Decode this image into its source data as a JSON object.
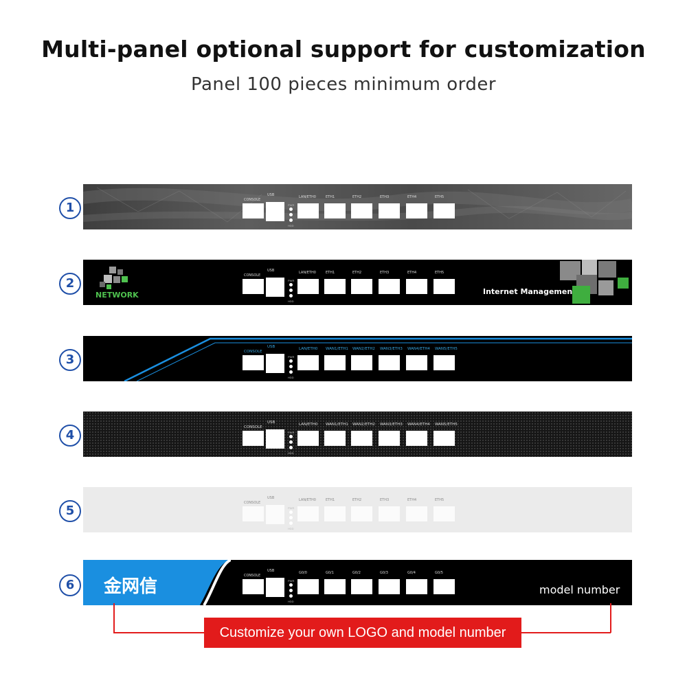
{
  "title": "Multi-panel optional support for customization",
  "subtitle": "Panel 100 pieces minimum order",
  "panels": [
    {
      "num": "1",
      "labels": [
        "CONSOLE",
        "USB",
        "LAN/ETH0",
        "ETH1",
        "ETH2",
        "ETH3",
        "ETH4",
        "ETH5"
      ],
      "led_labels": [
        "PWR",
        "HDD"
      ]
    },
    {
      "num": "2",
      "labels": [
        "CONSOLE",
        "USB",
        "LAN/ETH0",
        "ETH1",
        "ETH2",
        "ETH3",
        "ETH4",
        "ETH5"
      ],
      "led_labels": [
        "PWR",
        "HDD"
      ],
      "logo_text": "NETWORK",
      "right_text": "Internet Management"
    },
    {
      "num": "3",
      "labels": [
        "CONSOLE",
        "USB",
        "LAN/ETH0",
        "WAN1/ETH1",
        "WAN2/ETH2",
        "WAN3/ETH3",
        "WAN4/ETH4",
        "WAN5/ETH5"
      ],
      "led_labels": [
        "PWR",
        "HDD"
      ]
    },
    {
      "num": "4",
      "labels": [
        "CONSOLE",
        "USB",
        "LAN/ETH0",
        "WAN1/ETH1",
        "WAN2/ETH2",
        "WAN3/ETH3",
        "WAN4/ETH4",
        "WAN5/ETH5"
      ],
      "led_labels": [
        "PWR",
        "HDD"
      ]
    },
    {
      "num": "5",
      "labels": [
        "CONSOLE",
        "USB",
        "LAN/ETH0",
        "ETH1",
        "ETH2",
        "ETH3",
        "ETH4",
        "ETH5"
      ],
      "led_labels": [
        "PWR",
        "HDD"
      ]
    },
    {
      "num": "6",
      "labels": [
        "CONSOLE",
        "USB",
        "G0/0",
        "G0/1",
        "G0/2",
        "G0/3",
        "G0/4",
        "G0/5"
      ],
      "led_labels": [
        "PWR",
        "HDD"
      ],
      "logo_text": "金网信",
      "right_text": "model number"
    }
  ],
  "banner": "Customize your own LOGO and model number",
  "colors": {
    "number_blue": "#1f4fa8",
    "banner_red": "#e21b1b",
    "accent_blue": "#1a8fe0",
    "network_green": "#4fc24f"
  }
}
